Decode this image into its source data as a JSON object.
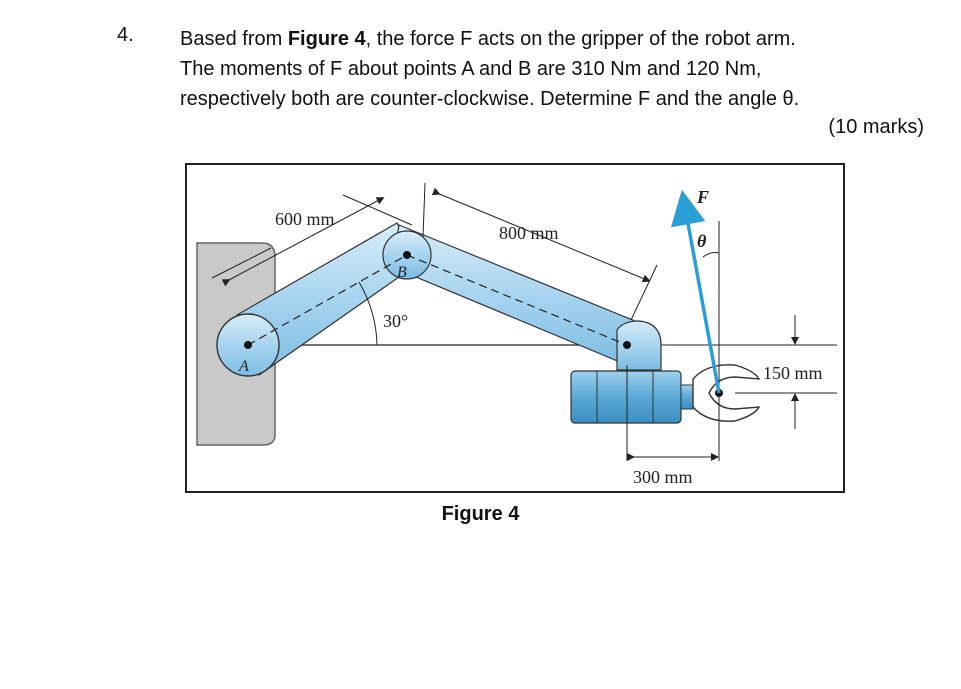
{
  "question": {
    "number": "4.",
    "intro": "Based from ",
    "figure_ref": "Figure 4",
    "line1_rest": ", the force F acts on the gripper of the robot arm.",
    "line2": "The moments of F about points A and B are 310 Nm and 120 Nm,",
    "line3": "respectively both are counter-clockwise. Determine F and the angle θ.",
    "marks": "(10 marks)"
  },
  "figure": {
    "caption": "Figure 4",
    "labels": {
      "dim_600": "600 mm",
      "dim_800": "800 mm",
      "dim_150": "150 mm",
      "dim_300": "300 mm",
      "angle_30": "30°",
      "point_a": "A",
      "point_b": "B",
      "force_f": "F",
      "theta": "θ"
    },
    "colors": {
      "arm_blue": "#a8d4ef",
      "arm_blue_dark": "#5aa9d6",
      "force_arrow": "#2a9fd6",
      "wall_gray": "#c9c9c9"
    }
  }
}
